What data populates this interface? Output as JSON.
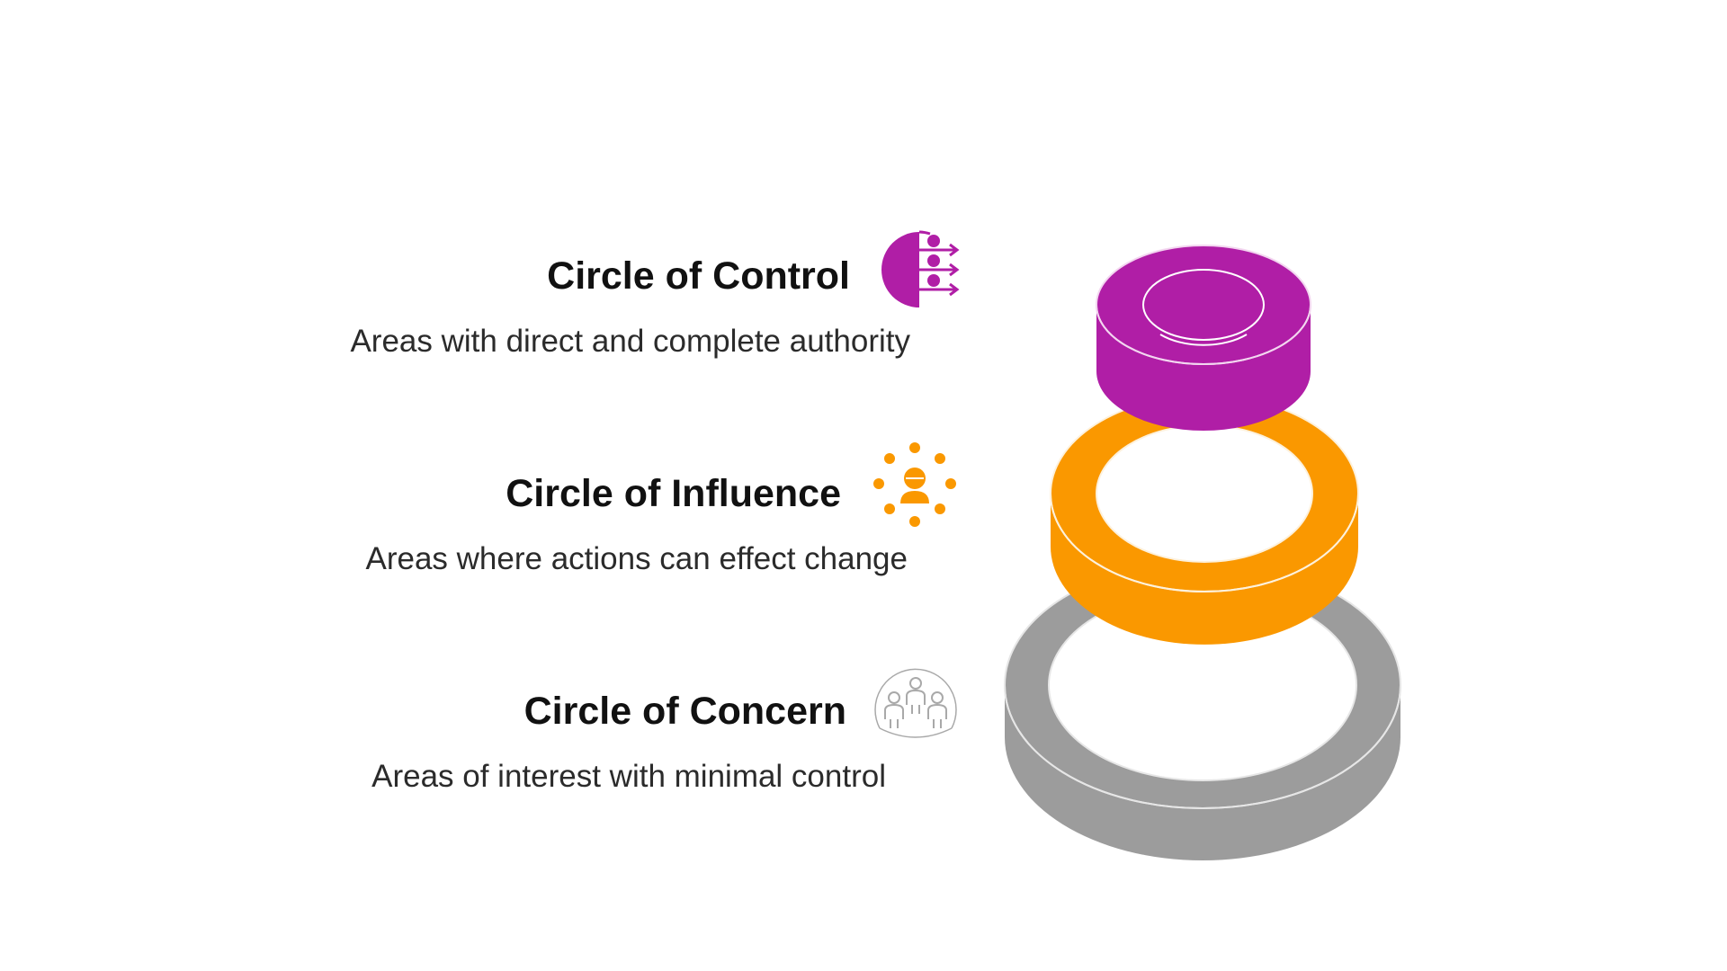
{
  "circles": [
    {
      "id": "control",
      "title": "Circle of Control",
      "description": "Areas with direct and complete authority",
      "color": "#B01EA6",
      "icon": "direction-arrows-icon"
    },
    {
      "id": "influence",
      "title": "Circle of Influence",
      "description": "Areas where actions can effect change",
      "color": "#FA9800",
      "icon": "person-radiating-dots-icon"
    },
    {
      "id": "concern",
      "title": "Circle of Concern",
      "description": "Areas of interest with minimal control",
      "color": "#9C9C9C",
      "icon": "people-group-icon"
    }
  ]
}
